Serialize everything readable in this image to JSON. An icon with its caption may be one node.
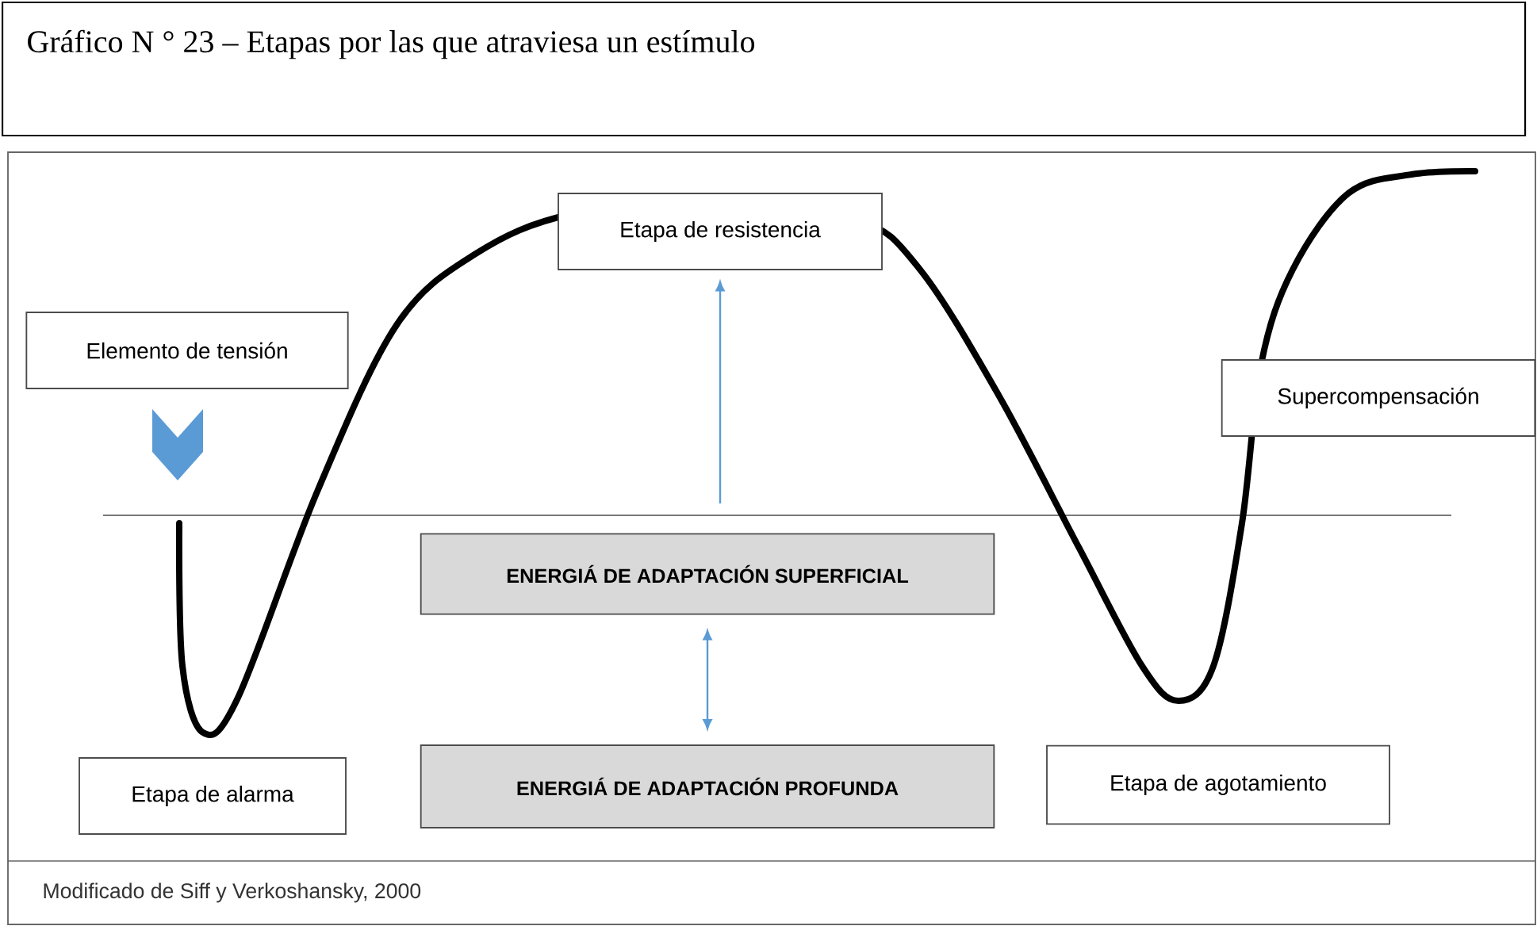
{
  "diagram": {
    "title": "Gráfico N ° 23 – Etapas por las que atraviesa un estímulo",
    "caption": "Modificado de Siff y Verkoshansky, 2000",
    "nodes": [
      {
        "text": [
          "Elemento de tensión"
        ]
      },
      {
        "text": [
          "Etapa de resistencia"
        ]
      },
      {
        "text": [
          "Supercompensación"
        ]
      },
      {
        "text": [
          "ENERGIÁ DE ADAPTACIÓN SUPERFICIAL"
        ]
      },
      {
        "text": [
          "Etapa de alarma"
        ]
      },
      {
        "text": [
          "ENERGIÁ DE ADAPTACIÓN PROFUNDA"
        ]
      },
      {
        "text": [
          "Etapa de agotamiento"
        ]
      }
    ],
    "edges": [
      {
        "from": 3,
        "to": 1,
        "arrow": "to",
        "color": "#5b9bd5"
      },
      {
        "from": 3,
        "to": 5,
        "arrow": "both",
        "color": "#5b9bd5"
      }
    ]
  }
}
